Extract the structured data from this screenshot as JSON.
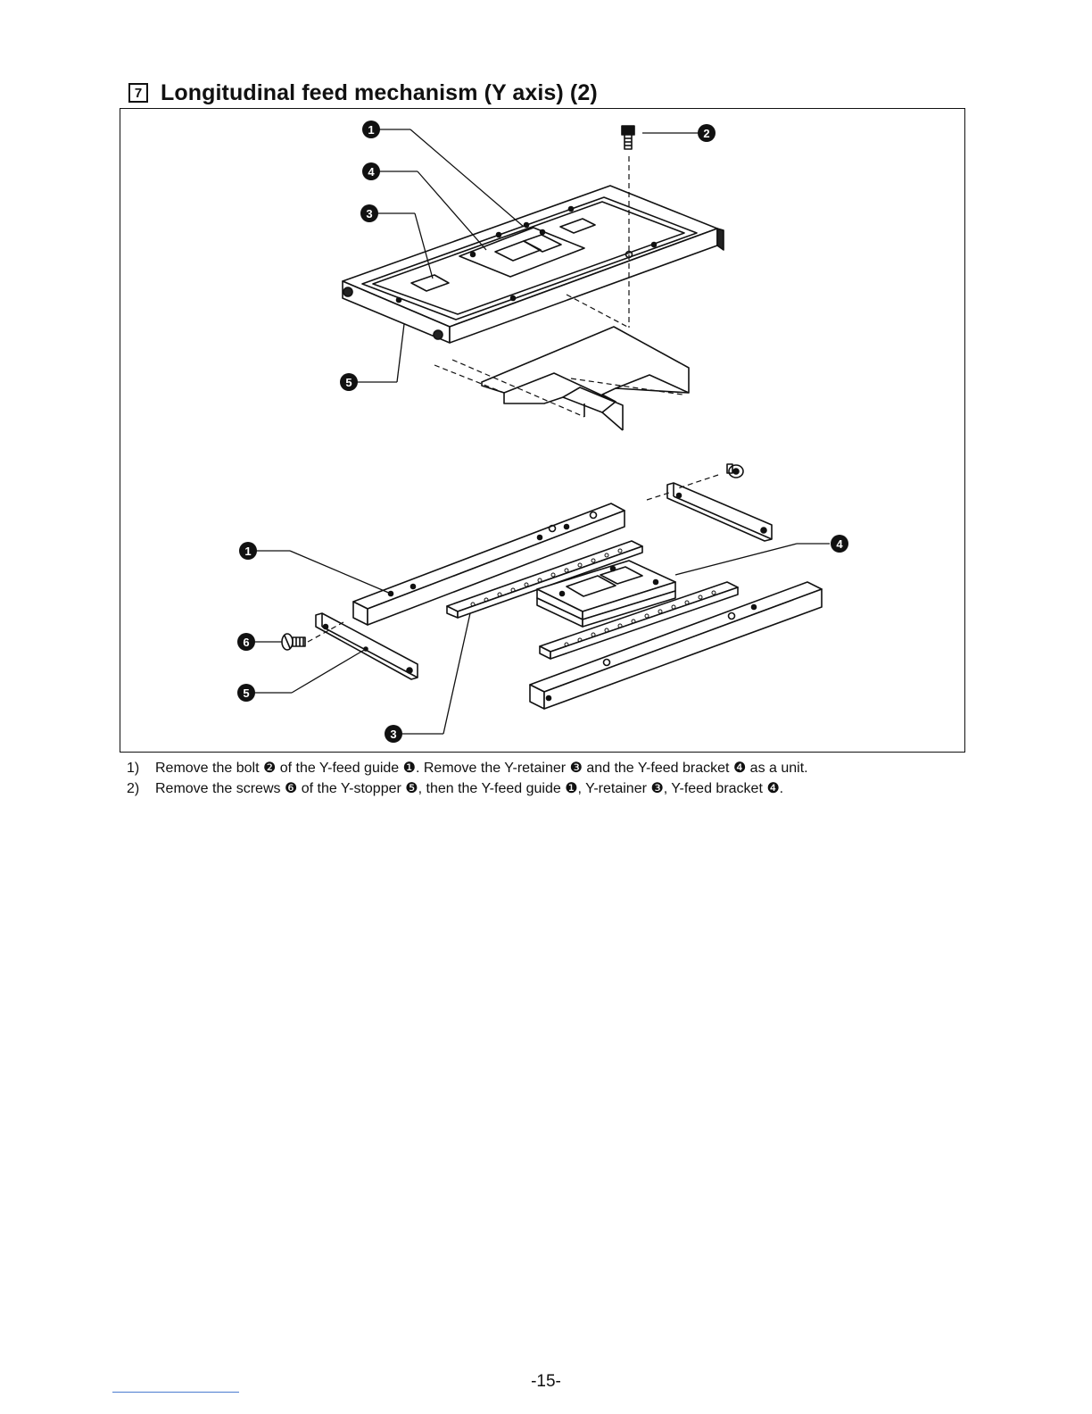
{
  "heading": {
    "section_number": "7",
    "title": "Longitudinal feed mechanism (Y axis) (2)"
  },
  "figure": {
    "callout_labels": [
      "1",
      "2",
      "3",
      "4",
      "5",
      "6"
    ]
  },
  "instructions": [
    {
      "number": "1)",
      "text": "Remove the bolt ❷ of the Y-feed guide ❶. Remove the Y-retainer ❸ and the Y-feed bracket ❹ as a unit."
    },
    {
      "number": "2)",
      "text": "Remove the screws ❻ of the Y-stopper ❺, then the Y-feed guide ❶, Y-retainer ❸, Y-feed bracket ❹."
    }
  ],
  "page_number": "-15-"
}
